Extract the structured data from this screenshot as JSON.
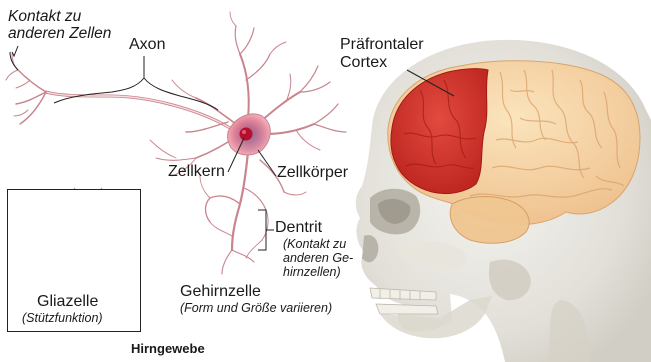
{
  "labels": {
    "kontakt_andere_zellen": [
      "Kontakt zu",
      "anderen Zellen"
    ],
    "axon": "Axon",
    "praefrontaler_cortex": [
      "Präfrontaler",
      "Cortex"
    ],
    "zellkern": "Zellkern",
    "zellkoerper": "Zellkörper",
    "dentrit": "Dentrit",
    "dentrit_note": [
      "(Kontakt zu",
      "anderen Ge-",
      "hirnzellen)"
    ],
    "gliazelle": "Gliazelle",
    "gliazelle_note": "(Stützfunktion)",
    "gehirnzelle": "Gehirnzelle",
    "gehirnzelle_note": "(Form und Größe variieren)",
    "hirngewebe": "Hirngewebe"
  },
  "colors": {
    "neuron_outline": "#c8858c",
    "neuron_soma": "#c0283f",
    "nucleus_glow": "#5aa0d8",
    "glia": "#2f6ea8",
    "cortex_highlight": "#d8312a",
    "brain": "#f3d2a0",
    "skull": "#d9d6cc"
  }
}
